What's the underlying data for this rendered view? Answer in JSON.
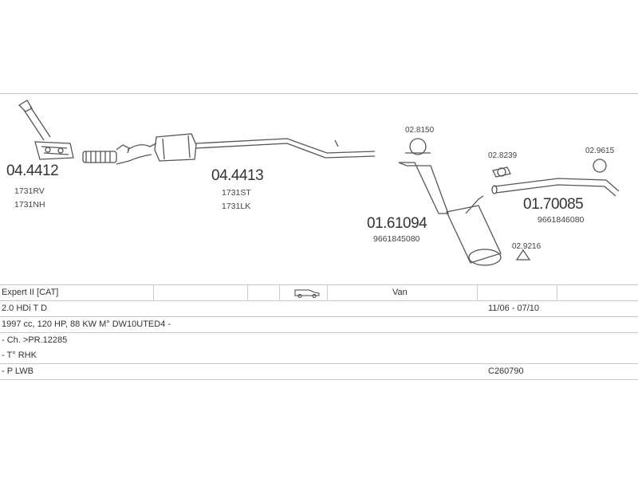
{
  "parts": {
    "p1": {
      "code": "04.4412",
      "ref1": "1731RV",
      "ref2": "1731NH"
    },
    "p2": {
      "code": "04.4413",
      "ref1": "1731ST",
      "ref2": "1731LK"
    },
    "p3": {
      "code": "01.61094",
      "ref1": "9661845080"
    },
    "p4": {
      "code": "01.70085",
      "ref1": "9661846080"
    },
    "clamps": {
      "c1": "02.8150",
      "c2": "02.8239",
      "c3": "02.9615",
      "c4": "02.9216"
    }
  },
  "vehicle": {
    "model": "Expert II  [CAT]",
    "body_icon": "van-icon",
    "body_type": "Van",
    "engine": "2.0 HDi T D",
    "period": "11/06 - 07/10",
    "spec": "1997 cc, 120 HP, 88 KW M° DW10UTED4 -",
    "chassis": "- Ch. >PR.12285",
    "type": "- T° RHK",
    "wheelbase": "- P LWB",
    "catalog_code": "C260790"
  },
  "colors": {
    "line": "#555555",
    "grid": "#c8c8c8"
  }
}
